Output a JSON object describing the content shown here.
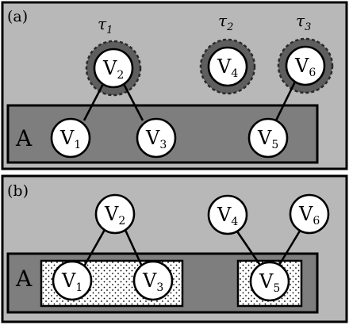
{
  "panels": {
    "a": {
      "label": "(a)",
      "set_label": "A",
      "nodes": [
        {
          "main": "V",
          "sub": "1"
        },
        {
          "main": "V",
          "sub": "2"
        },
        {
          "main": "V",
          "sub": "3"
        },
        {
          "main": "V",
          "sub": "4"
        },
        {
          "main": "V",
          "sub": "5"
        },
        {
          "main": "V",
          "sub": "6"
        }
      ],
      "taus": [
        {
          "main": "τ",
          "sub": "1"
        },
        {
          "main": "τ",
          "sub": "2"
        },
        {
          "main": "τ",
          "sub": "3"
        }
      ]
    },
    "b": {
      "label": "(b)",
      "set_label": "A",
      "nodes": [
        {
          "main": "V",
          "sub": "1"
        },
        {
          "main": "V",
          "sub": "2"
        },
        {
          "main": "V",
          "sub": "3"
        },
        {
          "main": "V",
          "sub": "4"
        },
        {
          "main": "V",
          "sub": "5"
        },
        {
          "main": "V",
          "sub": "6"
        }
      ]
    }
  },
  "colors": {
    "background_gray": "#b8b8b8",
    "band_gray": "#7e7e7e",
    "halo_gray": "#5a5a5a",
    "stroke": "#000000",
    "node_fill": "#ffffff"
  }
}
